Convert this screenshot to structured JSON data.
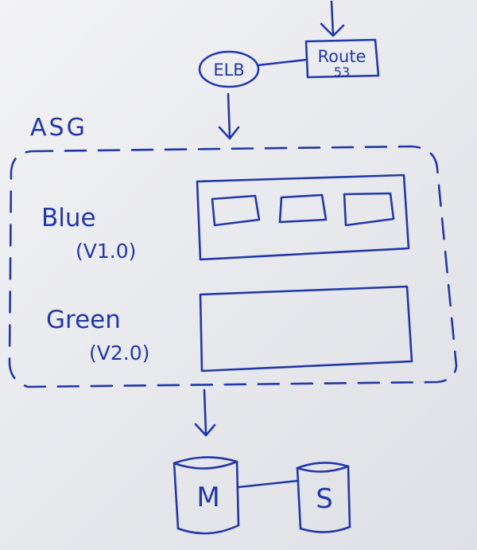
{
  "diagram": {
    "ink_color": "#2238a8",
    "paper_color": "#ececf0",
    "route53": {
      "line1": "Route",
      "line2": "53"
    },
    "elb": {
      "label": "ELB"
    },
    "asg": {
      "label": "ASG"
    },
    "blue_env": {
      "name": "Blue",
      "version": "(V1.0)",
      "instance_count": 3
    },
    "green_env": {
      "name": "Green",
      "version": "(V2.0)",
      "instance_count": 0
    },
    "db_master": {
      "label": "M"
    },
    "db_slave": {
      "label": "S"
    }
  }
}
